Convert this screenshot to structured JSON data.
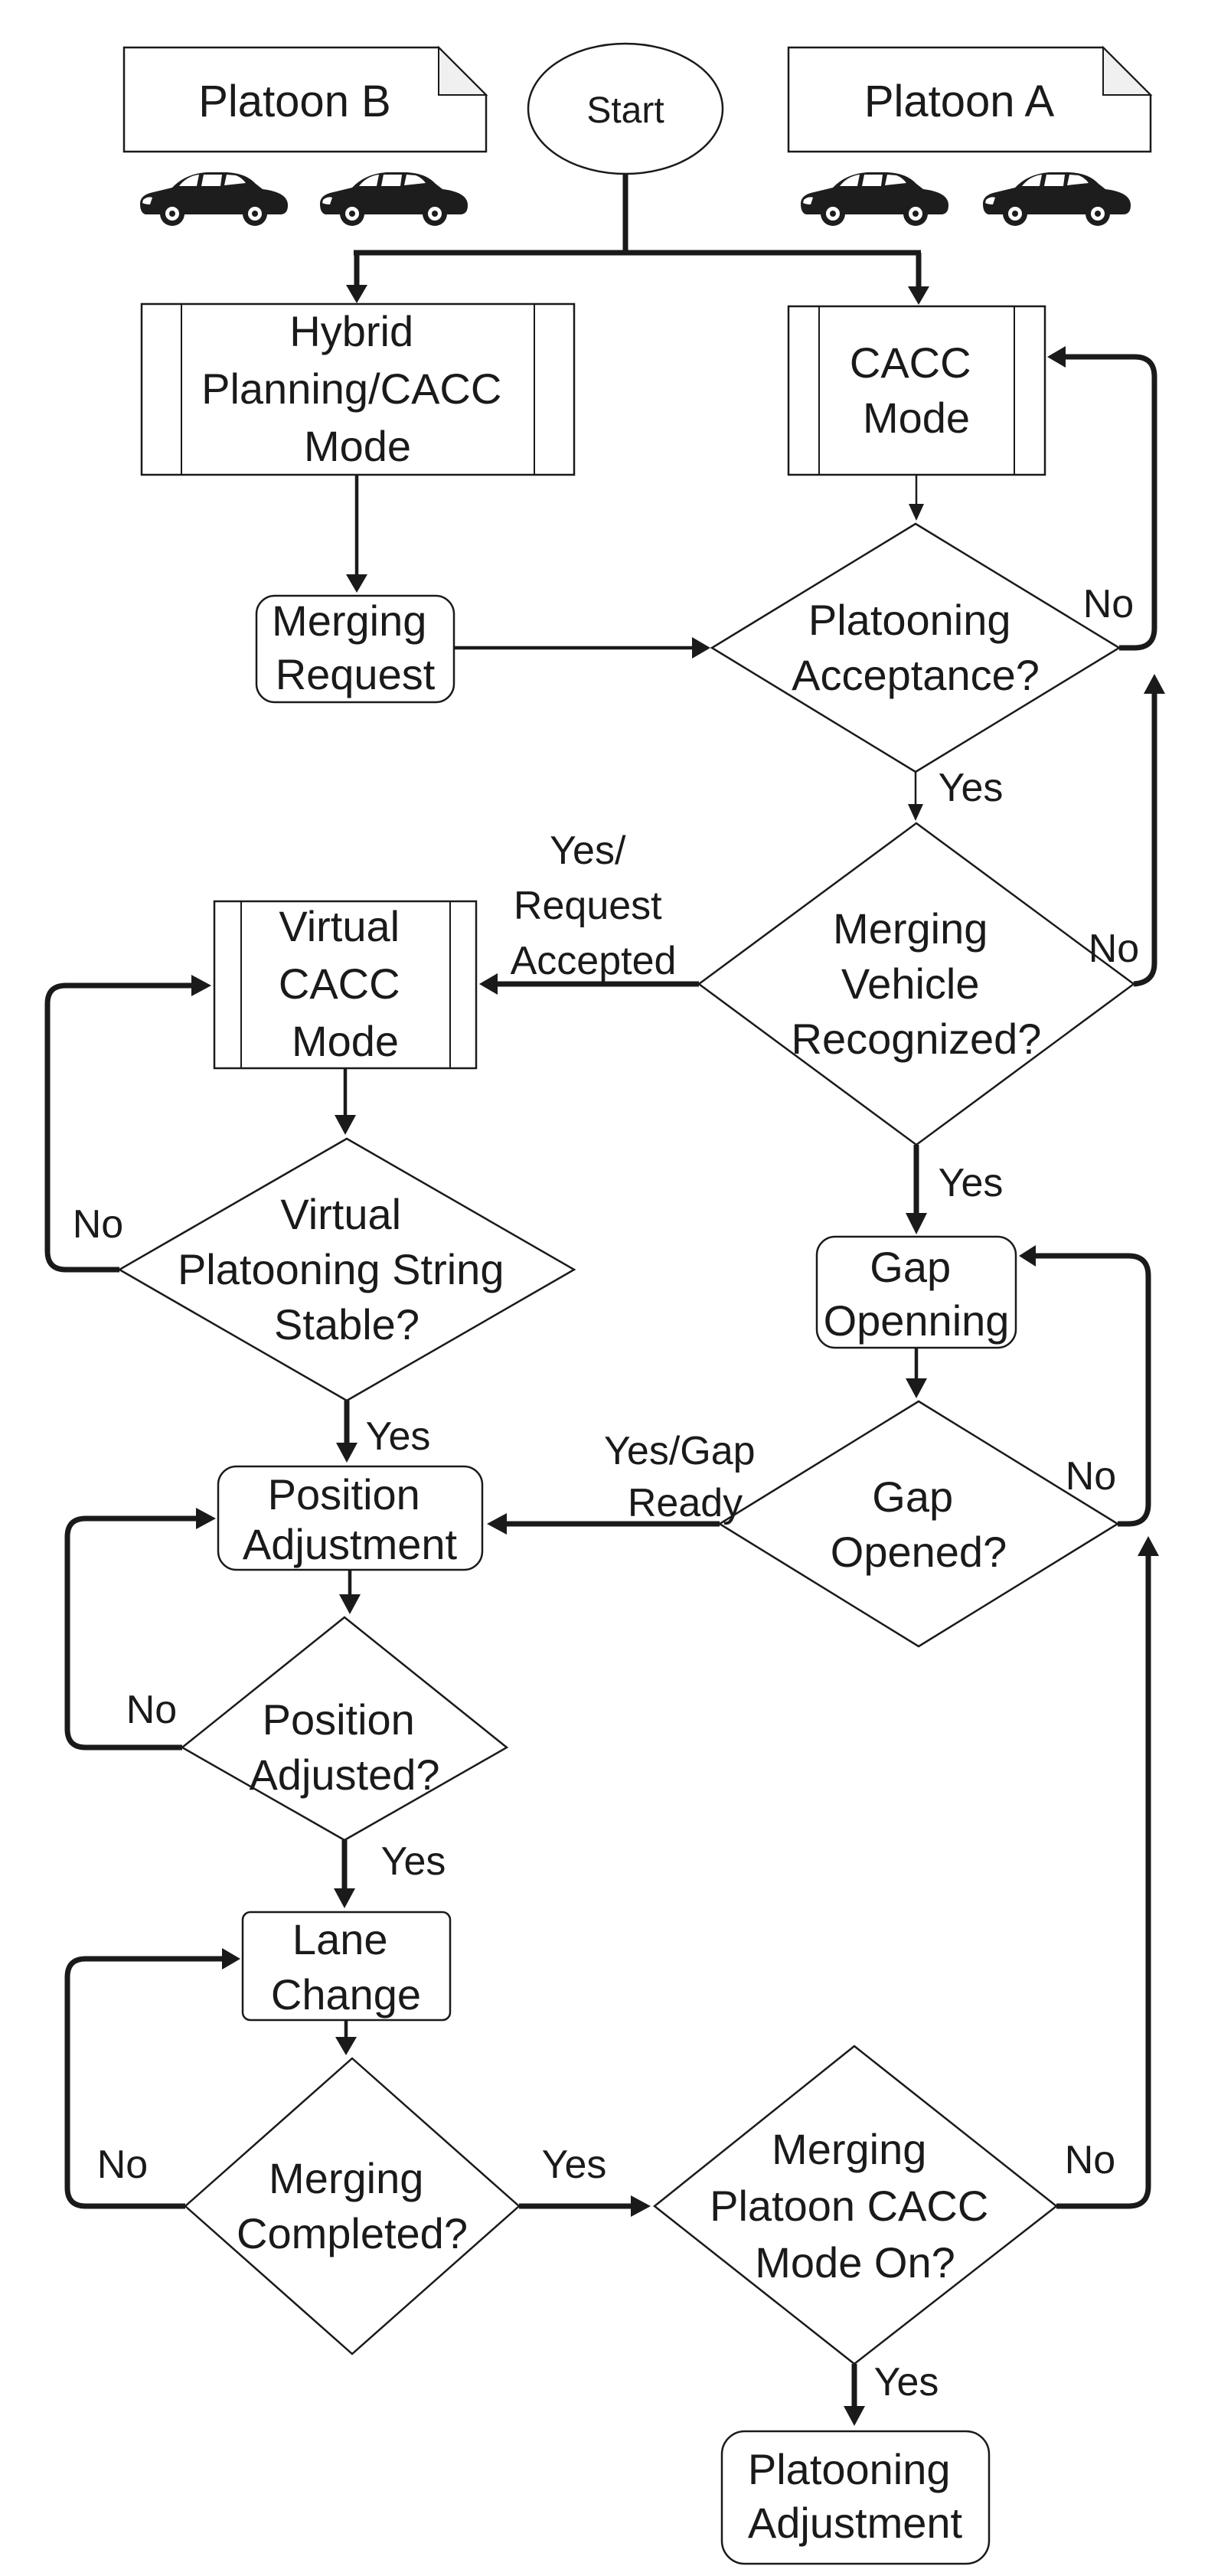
{
  "page": {
    "title": "Platoon merging flowchart",
    "background_color": "#ffffff",
    "line_color": "#1a1a1a",
    "fold_color": "#f0f0f0",
    "car_color": "#1d1d1d"
  },
  "nodes": {
    "platoon_b": {
      "type": "document",
      "label": "Platoon B"
    },
    "platoon_a": {
      "type": "document",
      "label": "Platoon A"
    },
    "start": {
      "type": "terminator",
      "label": "Start"
    },
    "hybrid_mode": {
      "type": "predefined-process",
      "lines": [
        "Hybrid",
        "Planning/CACC",
        "Mode"
      ]
    },
    "cacc_mode": {
      "type": "predefined-process",
      "lines": [
        "CACC",
        "Mode"
      ]
    },
    "merging_request": {
      "type": "rounded",
      "lines": [
        "Merging",
        "Request"
      ]
    },
    "platooning_acceptance": {
      "type": "decision",
      "lines": [
        "Platooning",
        "Acceptance?"
      ]
    },
    "merging_vehicle_recognized": {
      "type": "decision",
      "lines": [
        "Merging",
        "Vehicle",
        "Recognized?"
      ]
    },
    "virtual_cacc_mode": {
      "type": "predefined-process",
      "lines": [
        "Virtual",
        "CACC",
        "Mode"
      ]
    },
    "virtual_platooning_stable": {
      "type": "decision",
      "lines": [
        "Virtual",
        "Platooning String",
        "Stable?"
      ]
    },
    "gap_opening": {
      "type": "rounded",
      "lines": [
        "Gap",
        "Openning"
      ]
    },
    "gap_opened": {
      "type": "decision",
      "lines": [
        "Gap",
        "Opened?"
      ]
    },
    "position_adjustment": {
      "type": "rounded",
      "lines": [
        "Position",
        "Adjustment"
      ]
    },
    "position_adjusted": {
      "type": "decision",
      "lines": [
        "Position",
        "Adjusted?"
      ]
    },
    "lane_change": {
      "type": "process",
      "lines": [
        "Lane",
        "Change"
      ]
    },
    "merging_completed": {
      "type": "decision",
      "lines": [
        "Merging",
        "Completed?"
      ]
    },
    "merging_platoon_cacc_on": {
      "type": "decision",
      "lines": [
        "Merging",
        "Platoon CACC",
        "Mode On?"
      ]
    },
    "platooning_adjustment": {
      "type": "rounded",
      "lines": [
        "Platooning",
        "Adjustment"
      ]
    }
  },
  "edge_labels": {
    "platooning_acceptance_no": "No",
    "platooning_acceptance_yes": "Yes",
    "merging_vehicle_no": "No",
    "merging_vehicle_yes": "Yes",
    "request_accepted": [
      "Yes/",
      "Request",
      "Accepted"
    ],
    "virtual_stable_no": "No",
    "virtual_stable_yes": "Yes",
    "gap_ready": [
      "Yes/Gap",
      "Ready"
    ],
    "gap_opened_no": "No",
    "position_adjusted_no": "No",
    "position_adjusted_yes": "Yes",
    "merging_completed_no": "No",
    "merging_completed_yes": "Yes",
    "merging_platoon_no": "No",
    "merging_platoon_yes": "Yes"
  },
  "icons": {
    "car": "car-icon",
    "car_count_platoon_b": 2,
    "car_count_platoon_a": 2
  }
}
